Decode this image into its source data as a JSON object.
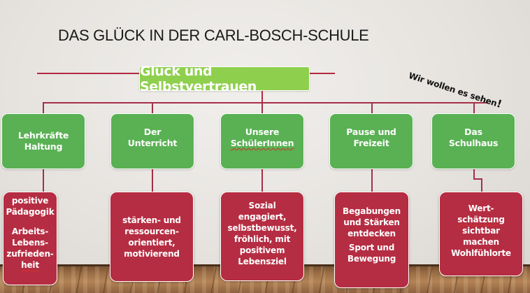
{
  "slide": {
    "title": "DAS GLÜCK IN DER CARL-BOSCH-SCHULE",
    "tagline": "Wir wollen es sehen",
    "tagline_bang": "!",
    "colors": {
      "root_green": "#8fcf4e",
      "category_green": "#59b153",
      "detail_red": "#b52d42",
      "connector": "#b22a40",
      "text_dark": "#1a1a1a"
    }
  },
  "diagram": {
    "root": "Glück und Selbstvertrauen",
    "categories": [
      {
        "line1": "Lehrkräfte",
        "line2": "Haltung",
        "details": {
          "block1_line1": "positive",
          "block1_line2": "Pädagogik",
          "block2_line1": "Arbeits-",
          "block2_line2": "Lebens-",
          "block2_line3": "zufrieden-",
          "block2_line4": "heit"
        }
      },
      {
        "line1": "Der",
        "line2": "Unterricht",
        "details": {
          "line1": "stärken- und",
          "line2": "ressourcen-",
          "line3": "orientiert,",
          "line4": "motivierend"
        }
      },
      {
        "line1": "Unsere",
        "line2": "SchülerInnen",
        "details": {
          "line1": "Sozial",
          "line2": "engagiert,",
          "line3": "selbstbewusst,",
          "line4": "fröhlich, mit",
          "line5": "positivem",
          "line6": "Lebensziel"
        }
      },
      {
        "line1": "Pause und",
        "line2": "Freizeit",
        "details": {
          "block1_line1": "Begabungen",
          "block1_line2": "und Stärken",
          "block1_line3": "entdecken",
          "block2_line1": "Sport und",
          "block2_line2": "Bewegung"
        }
      },
      {
        "line1": "Das",
        "line2": "Schulhaus",
        "details": {
          "line1": "Wert-",
          "line2": "schätzung",
          "line3": "sichtbar",
          "line4": "machen",
          "line5": "Wohlfühlorte"
        }
      }
    ]
  }
}
